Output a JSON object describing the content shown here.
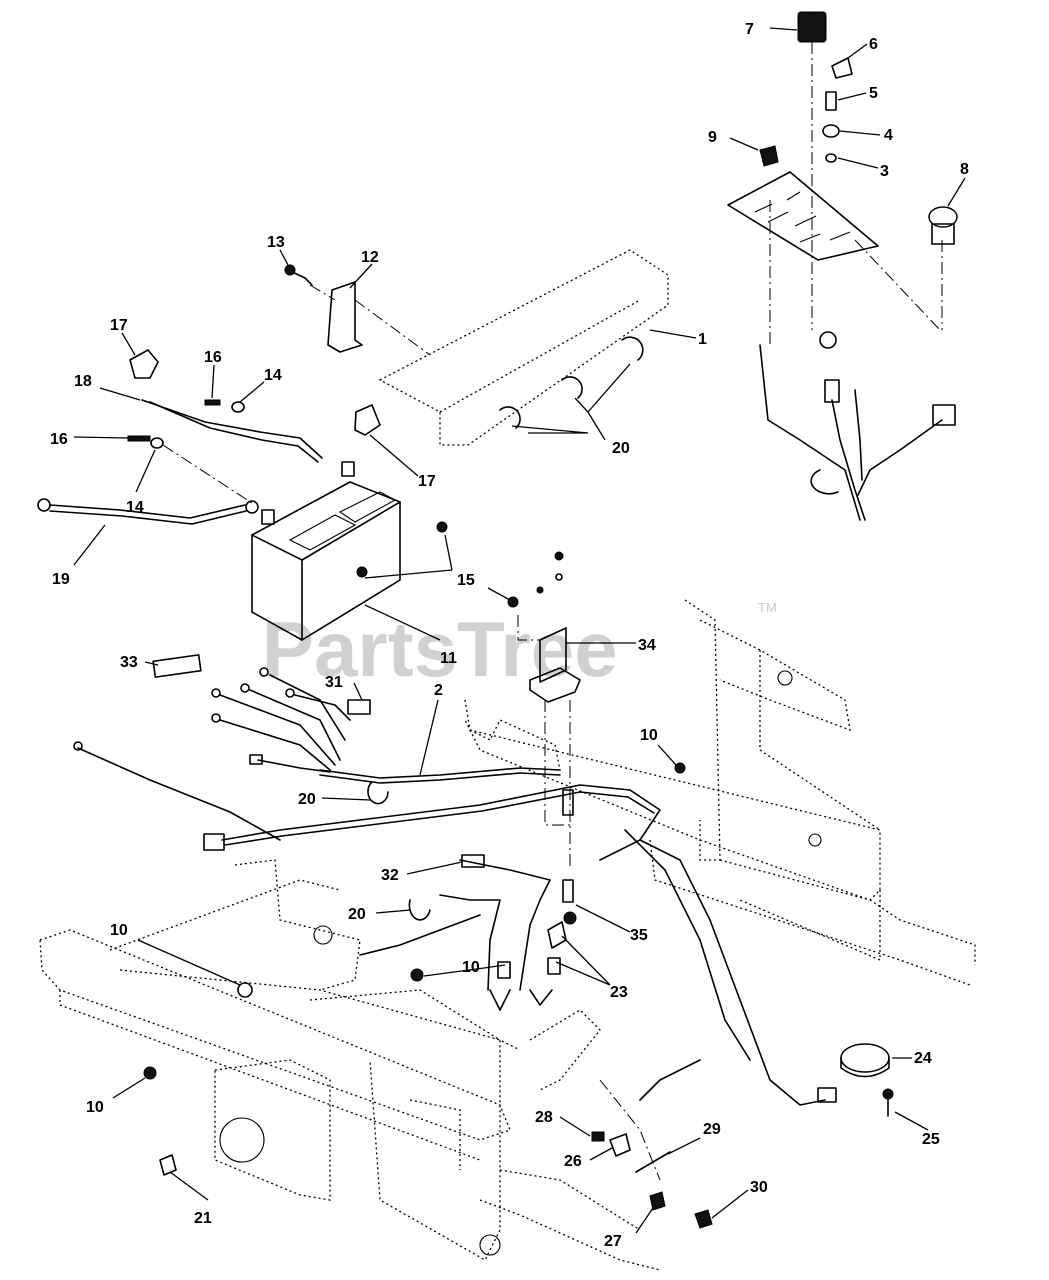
{
  "watermark": {
    "brand": "PartsTree",
    "trademark": "TM"
  },
  "callouts": {
    "n1": "1",
    "n2": "2",
    "n3": "3",
    "n4": "4",
    "n5": "5",
    "n6": "6",
    "n7": "7",
    "n8": "8",
    "n9": "9",
    "n10": "10",
    "n11": "11",
    "n12": "12",
    "n13": "13",
    "n14": "14",
    "n15": "15",
    "n16": "16",
    "n17": "17",
    "n18": "18",
    "n19": "19",
    "n20": "20",
    "n21": "21",
    "n23": "23",
    "n24": "24",
    "n25": "25",
    "n26": "26",
    "n27": "27",
    "n28": "28",
    "n29": "29",
    "n30": "30",
    "n31": "31",
    "n32": "32",
    "n33": "33",
    "n34": "34",
    "n35": "35"
  }
}
